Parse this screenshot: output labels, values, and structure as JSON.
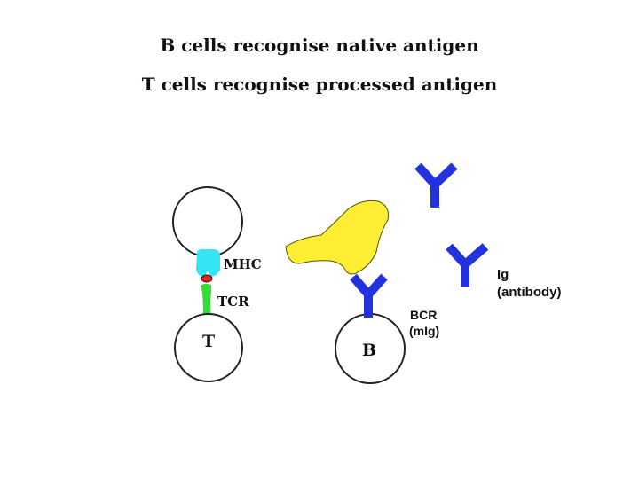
{
  "titles": {
    "line1": "B cells recognise native antigen",
    "line2": "T cells recognise processed antigen"
  },
  "labels": {
    "mhc": "MHC",
    "tcr": "TCR",
    "t_cell": "T",
    "b_cell": "B",
    "bcr_line1": "BCR",
    "bcr_line2": "(mIg)",
    "ig_line1": "Ig",
    "ig_line2": "(antibody)"
  },
  "colors": {
    "mhc": "#33e5f5",
    "tcr": "#33dd33",
    "peptide": "#dd2222",
    "antigen": "#ffee33",
    "antibody": "#2233dd",
    "cell_outline": "#222222"
  }
}
